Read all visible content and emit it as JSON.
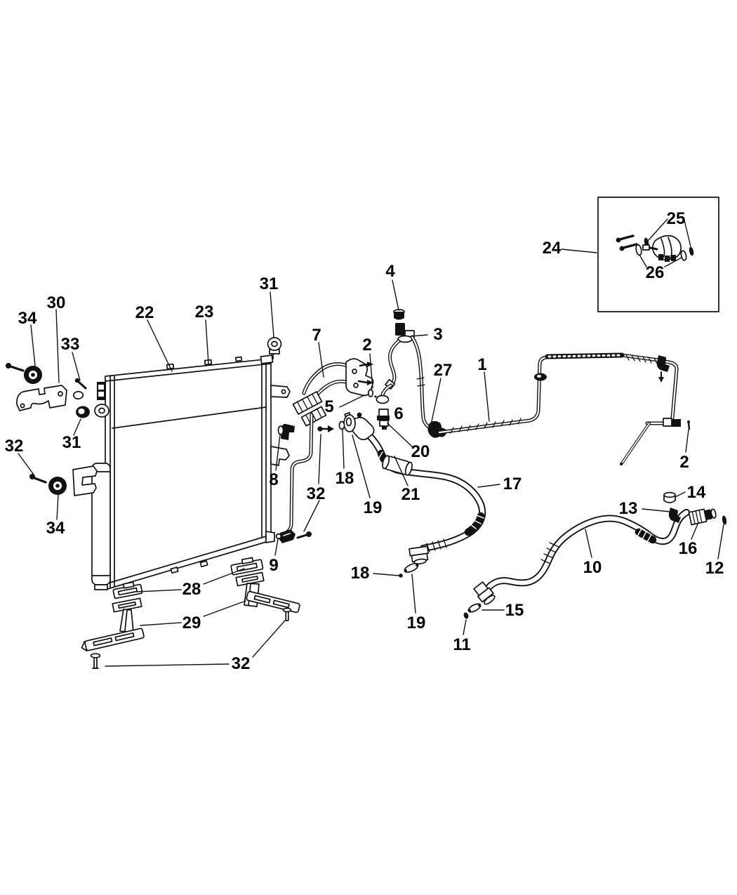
{
  "figure": {
    "kind": "exploded-parts-line-diagram",
    "background_color": "#ffffff",
    "line_color": "#111111"
  },
  "callouts": [
    {
      "label": "34"
    },
    {
      "label": "30"
    },
    {
      "label": "33"
    },
    {
      "label": "31"
    },
    {
      "label": "32"
    },
    {
      "label": "34"
    },
    {
      "label": "22"
    },
    {
      "label": "23"
    },
    {
      "label": "31"
    },
    {
      "label": "7"
    },
    {
      "label": "2"
    },
    {
      "label": "4"
    },
    {
      "label": "3"
    },
    {
      "label": "27"
    },
    {
      "label": "1"
    },
    {
      "label": "5"
    },
    {
      "label": "6"
    },
    {
      "label": "20"
    },
    {
      "label": "8"
    },
    {
      "label": "32"
    },
    {
      "label": "18"
    },
    {
      "label": "19"
    },
    {
      "label": "21"
    },
    {
      "label": "17"
    },
    {
      "label": "9"
    },
    {
      "label": "18"
    },
    {
      "label": "19"
    },
    {
      "label": "15"
    },
    {
      "label": "11"
    },
    {
      "label": "10"
    },
    {
      "label": "13"
    },
    {
      "label": "14"
    },
    {
      "label": "16"
    },
    {
      "label": "12"
    },
    {
      "label": "2"
    },
    {
      "label": "28"
    },
    {
      "label": "29"
    },
    {
      "label": "32"
    },
    {
      "label": "24"
    },
    {
      "label": "25"
    },
    {
      "label": "26"
    }
  ]
}
